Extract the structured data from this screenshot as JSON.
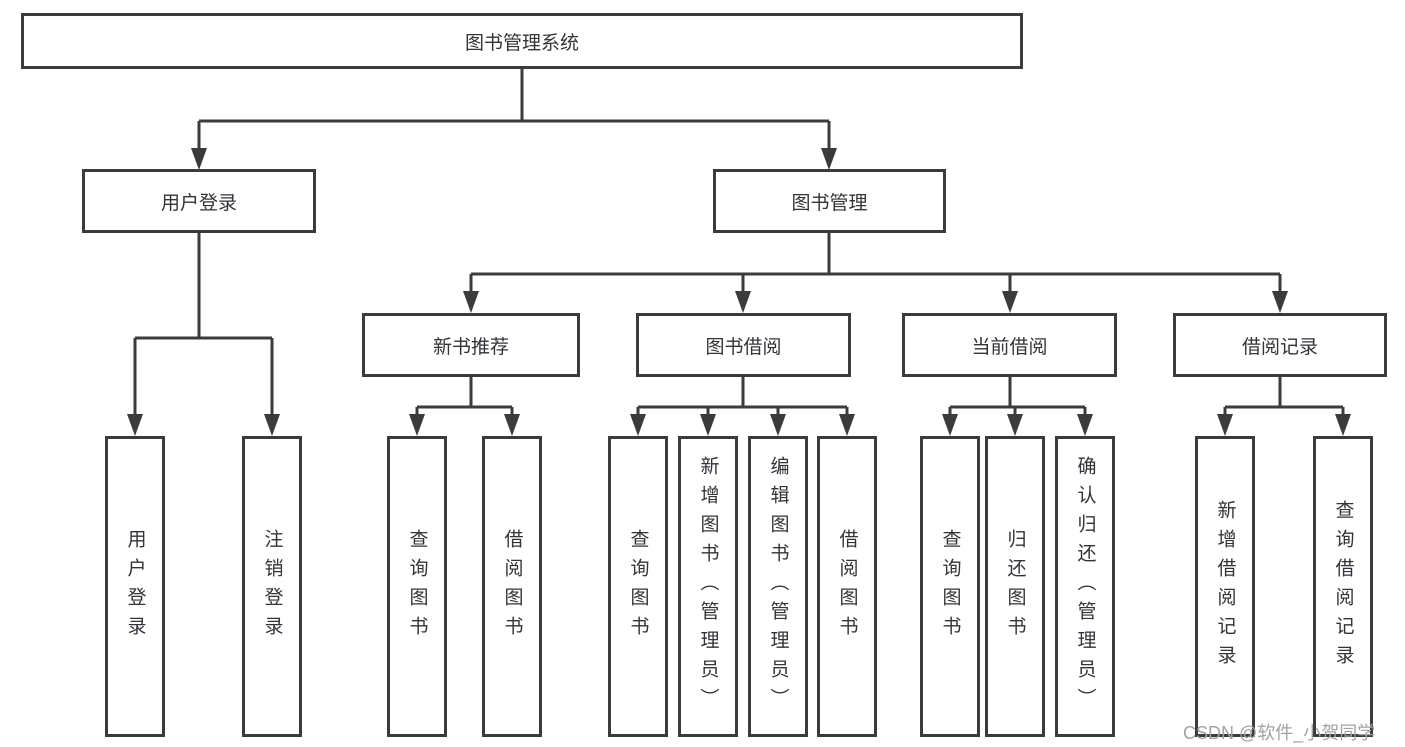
{
  "diagram": {
    "type": "hierarchy",
    "root": {
      "label": "图书管理系统"
    },
    "level2": [
      {
        "id": "user-login",
        "label": "用户登录",
        "parent": "图书管理系统"
      },
      {
        "id": "book-management",
        "label": "图书管理",
        "parent": "图书管理系统"
      }
    ],
    "level3": [
      {
        "id": "new-book-recommend",
        "label": "新书推荐",
        "parent": "图书管理"
      },
      {
        "id": "book-borrow",
        "label": "图书借阅",
        "parent": "图书管理"
      },
      {
        "id": "current-borrow",
        "label": "当前借阅",
        "parent": "图书管理"
      },
      {
        "id": "borrow-records",
        "label": "借阅记录",
        "parent": "图书管理"
      }
    ],
    "leaves": [
      {
        "label": "用户登录",
        "parent": "用户登录"
      },
      {
        "label": "注销登录",
        "parent": "用户登录"
      },
      {
        "label": "查询图书",
        "parent": "新书推荐"
      },
      {
        "label": "借阅图书",
        "parent": "新书推荐"
      },
      {
        "label": "查询图书",
        "parent": "图书借阅"
      },
      {
        "label": "新增图书（管理员）",
        "parent": "图书借阅"
      },
      {
        "label": "编辑图书（管理员）",
        "parent": "图书借阅"
      },
      {
        "label": "借阅图书",
        "parent": "图书借阅"
      },
      {
        "label": "查询图书",
        "parent": "当前借阅"
      },
      {
        "label": "归还图书",
        "parent": "当前借阅"
      },
      {
        "label": "确认归还（管理员）",
        "parent": "当前借阅"
      },
      {
        "label": "新增借阅记录",
        "parent": "借阅记录"
      },
      {
        "label": "查询借阅记录",
        "parent": "借阅记录"
      }
    ]
  },
  "watermark": {
    "text": "CSDN @软件_小贺同学"
  },
  "colors": {
    "line": "#3b3b3b",
    "box_border": "#3b3b3b",
    "box_fill": "#ffffff",
    "text": "#333338",
    "watermark": "#a3a3a3",
    "background": "#ffffff"
  }
}
